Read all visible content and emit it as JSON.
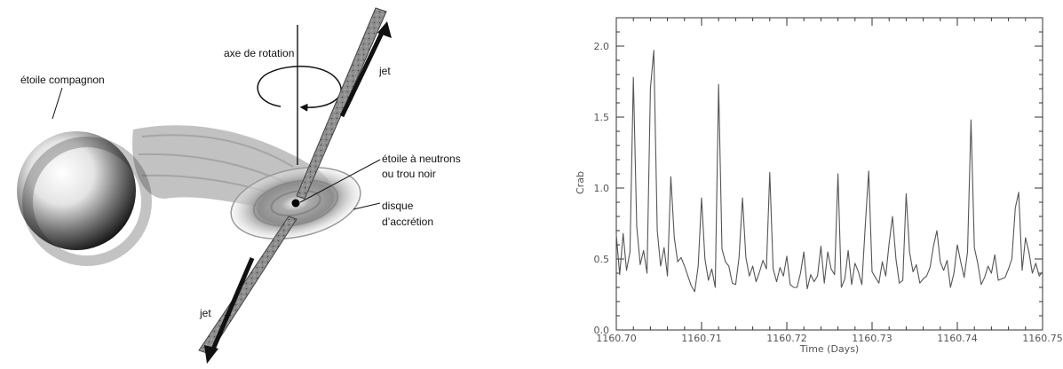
{
  "diagram": {
    "labels": {
      "companion_star": "étoile compagnon",
      "rotation_axis": "axe de rotation",
      "jet_top": "jet",
      "compact_object_line1": "étoile à neutrons",
      "compact_object_line2": "ou trou noir",
      "accretion_disk_line1": "disque",
      "accretion_disk_line2": "d’accrétion",
      "jet_bottom": "jet"
    }
  },
  "chart_data": {
    "type": "line",
    "title": "",
    "xlabel": "Time (Days)",
    "ylabel": "Crab",
    "xlim": [
      1160.7,
      1160.75
    ],
    "ylim": [
      0.0,
      2.2
    ],
    "x_ticks": [
      "1160.70",
      "1160.71",
      "1160.72",
      "1160.73",
      "1160.74",
      "1160.75"
    ],
    "y_ticks": [
      "0.0",
      "0.5",
      "1.0",
      "1.5",
      "2.0"
    ],
    "grid": false,
    "line_color": "#555555",
    "series": [
      {
        "x": [
          1160.7,
          1160.7004,
          1160.7008,
          1160.7012,
          1160.7016,
          1160.702,
          1160.7024,
          1160.7028,
          1160.7032,
          1160.7036,
          1160.704,
          1160.7044,
          1160.7048,
          1160.7052,
          1160.7056,
          1160.706,
          1160.7064,
          1160.7068,
          1160.7072,
          1160.7076,
          1160.708,
          1160.7084,
          1160.7088,
          1160.7092,
          1160.7096,
          1160.71,
          1160.7104,
          1160.7108,
          1160.7112,
          1160.7116,
          1160.712,
          1160.7124,
          1160.7128,
          1160.7132,
          1160.7136,
          1160.714,
          1160.7144,
          1160.7148,
          1160.7152,
          1160.7156,
          1160.716,
          1160.7164,
          1160.7168,
          1160.7172,
          1160.7176,
          1160.718,
          1160.7184,
          1160.7188,
          1160.7192,
          1160.7196,
          1160.72,
          1160.7204,
          1160.7208,
          1160.7212,
          1160.7216,
          1160.722,
          1160.7224,
          1160.7228,
          1160.7232,
          1160.7236,
          1160.724,
          1160.7244,
          1160.7248,
          1160.7252,
          1160.7256,
          1160.726,
          1160.7264,
          1160.7268,
          1160.7272,
          1160.7276,
          1160.728,
          1160.7284,
          1160.7288,
          1160.7292,
          1160.7296,
          1160.73,
          1160.7304,
          1160.7308,
          1160.7312,
          1160.7316,
          1160.732,
          1160.7324,
          1160.7328,
          1160.7332,
          1160.7336,
          1160.734,
          1160.7344,
          1160.7348,
          1160.7352,
          1160.7356,
          1160.736,
          1160.7364,
          1160.7368,
          1160.7372,
          1160.7376,
          1160.738,
          1160.7384,
          1160.7388,
          1160.7392,
          1160.7396,
          1160.74,
          1160.7404,
          1160.7408,
          1160.7412,
          1160.7416,
          1160.742,
          1160.7424,
          1160.7428,
          1160.7432,
          1160.7436,
          1160.744,
          1160.7444,
          1160.7448,
          1160.7452,
          1160.7456,
          1160.746,
          1160.7464,
          1160.7468,
          1160.7472,
          1160.7476,
          1160.748,
          1160.7484,
          1160.7488,
          1160.7492,
          1160.7496,
          1160.75
        ],
        "values": [
          0.67,
          0.39,
          0.68,
          0.42,
          0.55,
          1.78,
          0.73,
          0.46,
          0.56,
          0.4,
          1.7,
          1.97,
          0.7,
          0.45,
          0.58,
          0.38,
          1.08,
          0.65,
          0.48,
          0.51,
          0.45,
          0.38,
          0.31,
          0.27,
          0.45,
          0.93,
          0.5,
          0.35,
          0.43,
          0.3,
          1.73,
          0.57,
          0.48,
          0.45,
          0.33,
          0.32,
          0.51,
          0.93,
          0.51,
          0.38,
          0.45,
          0.34,
          0.41,
          0.49,
          0.43,
          1.11,
          0.43,
          0.34,
          0.44,
          0.38,
          0.52,
          0.32,
          0.3,
          0.3,
          0.4,
          0.55,
          0.29,
          0.39,
          0.34,
          0.38,
          0.59,
          0.33,
          0.55,
          0.43,
          0.39,
          1.1,
          0.3,
          0.36,
          0.56,
          0.32,
          0.47,
          0.41,
          0.32,
          0.73,
          1.12,
          0.41,
          0.37,
          0.33,
          0.48,
          0.38,
          0.61,
          0.8,
          0.5,
          0.33,
          0.35,
          0.96,
          0.55,
          0.41,
          0.46,
          0.33,
          0.36,
          0.38,
          0.44,
          0.59,
          0.7,
          0.48,
          0.42,
          0.49,
          0.3,
          0.4,
          0.6,
          0.48,
          0.37,
          0.55,
          1.48,
          0.58,
          0.47,
          0.32,
          0.37,
          0.45,
          0.4,
          0.53,
          0.35,
          0.36,
          0.37,
          0.43,
          0.5,
          0.86,
          0.97,
          0.42,
          0.65,
          0.55,
          0.4,
          0.47,
          0.38,
          0.41
        ]
      }
    ]
  }
}
